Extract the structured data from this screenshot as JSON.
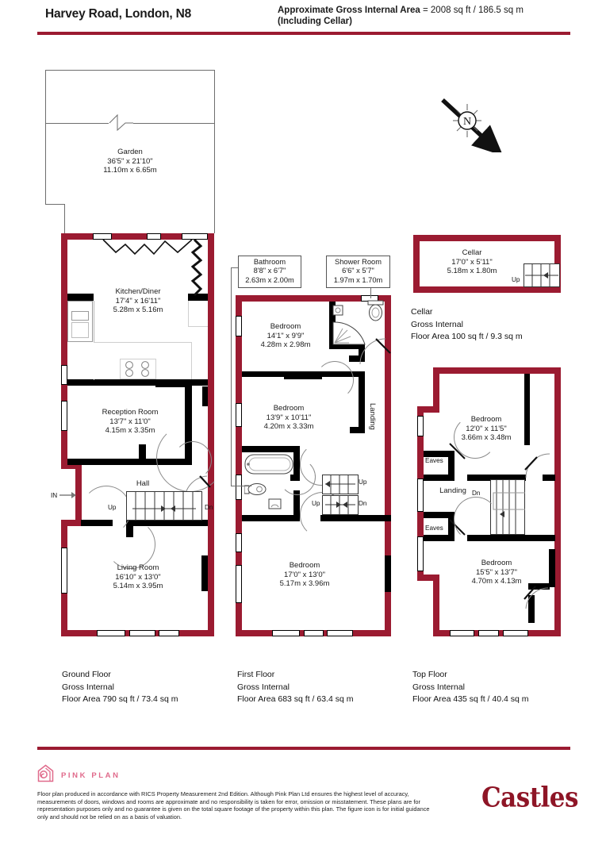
{
  "header": {
    "title": "Harvey Road, London, N8",
    "area_bold": "Approximate Gross Internal Area",
    "area_value": "= 2008 sq ft / 186.5 sq m",
    "area_note": "(Including Cellar)"
  },
  "compass": {
    "label": "N",
    "name": "north-arrow"
  },
  "ground_floor": {
    "summary": {
      "line1": "Ground Floor",
      "line2": "Gross Internal",
      "line3": "Floor Area 790 sq ft / 73.4 sq m"
    },
    "rooms": [
      {
        "name": "Garden",
        "imperial": "36'5\" x 21'10\"",
        "metric": "11.10m x 6.65m"
      },
      {
        "name": "Kitchen/Diner",
        "imperial": "17'4\" x 16'11\"",
        "metric": "5.28m x 5.16m"
      },
      {
        "name": "Reception Room",
        "imperial": "13'7\" x 11'0\"",
        "metric": "4.15m x 3.35m"
      },
      {
        "name": "Hall",
        "imperial": "",
        "metric": ""
      },
      {
        "name": "Living Room",
        "imperial": "16'10\" x 13'0\"",
        "metric": "5.14m x 3.95m"
      }
    ],
    "markers": {
      "entrance": "IN",
      "stairs_up": "Up",
      "stairs_down": "Dn"
    }
  },
  "first_floor": {
    "summary": {
      "line1": "First Floor",
      "line2": "Gross Internal",
      "line3": "Floor Area 683 sq ft / 63.4 sq m"
    },
    "rooms": [
      {
        "name": "Bedroom",
        "imperial": "14'1\" x 9'9\"",
        "metric": "4.28m x 2.98m"
      },
      {
        "name": "Bedroom",
        "imperial": "13'9\" x 10'11\"",
        "metric": "4.20m x 3.33m"
      },
      {
        "name": "Bedroom",
        "imperial": "17'0\" x 13'0\"",
        "metric": "5.17m x 3.96m"
      }
    ],
    "callouts": [
      {
        "name": "Bathroom",
        "imperial": "8'8\" x 6'7\"",
        "metric": "2.63m x 2.00m"
      },
      {
        "name": "Shower Room",
        "imperial": "6'6\" x 5'7\"",
        "metric": "1.97m x 1.70m"
      }
    ],
    "landing_label": "Landing",
    "markers": {
      "up_top": "Up",
      "up_bottom": "Up",
      "down": "Dn"
    }
  },
  "cellar": {
    "summary": {
      "line1": "Cellar",
      "line2": "Gross Internal",
      "line3": "Floor Area 100 sq ft / 9.3 sq m"
    },
    "room": {
      "name": "Cellar",
      "imperial": "17'0\" x 5'11\"",
      "metric": "5.18m x 1.80m"
    },
    "markers": {
      "up": "Up"
    }
  },
  "top_floor": {
    "summary": {
      "line1": "Top Floor",
      "line2": "Gross Internal",
      "line3": "Floor Area 435 sq ft / 40.4 sq m"
    },
    "rooms": [
      {
        "name": "Bedroom",
        "imperial": "12'0\" x 11'5\"",
        "metric": "3.66m x 3.48m"
      },
      {
        "name": "Bedroom",
        "imperial": "15'5\" x 13'7\"",
        "metric": "4.70m x 4.13m"
      }
    ],
    "landing_label": "Landing",
    "eaves": [
      "Eaves",
      "Eaves"
    ],
    "markers": {
      "down": "Dn"
    }
  },
  "footer": {
    "pinkplan_brand": "PINK PLAN",
    "disclaimer": "Floor plan produced in accordance with RICS Property Measurement 2nd Edition. Although Pink Plan Ltd ensures the highest level of accuracy, measurements of doors, windows and rooms are approximate and no responsibility is taken for error, omission or misstatement. These plans are for representation purposes only and no guarantee is given on the total square footage of the property within this plan. The figure icon is for initial guidance only and should not be relied on as a basis of valuation.",
    "agent_brand": "Castles"
  },
  "colors": {
    "wall": "#9B1B31",
    "interior_wall": "#000000",
    "brand_pink": "#E06A8B",
    "agent_red": "#8E1526"
  }
}
